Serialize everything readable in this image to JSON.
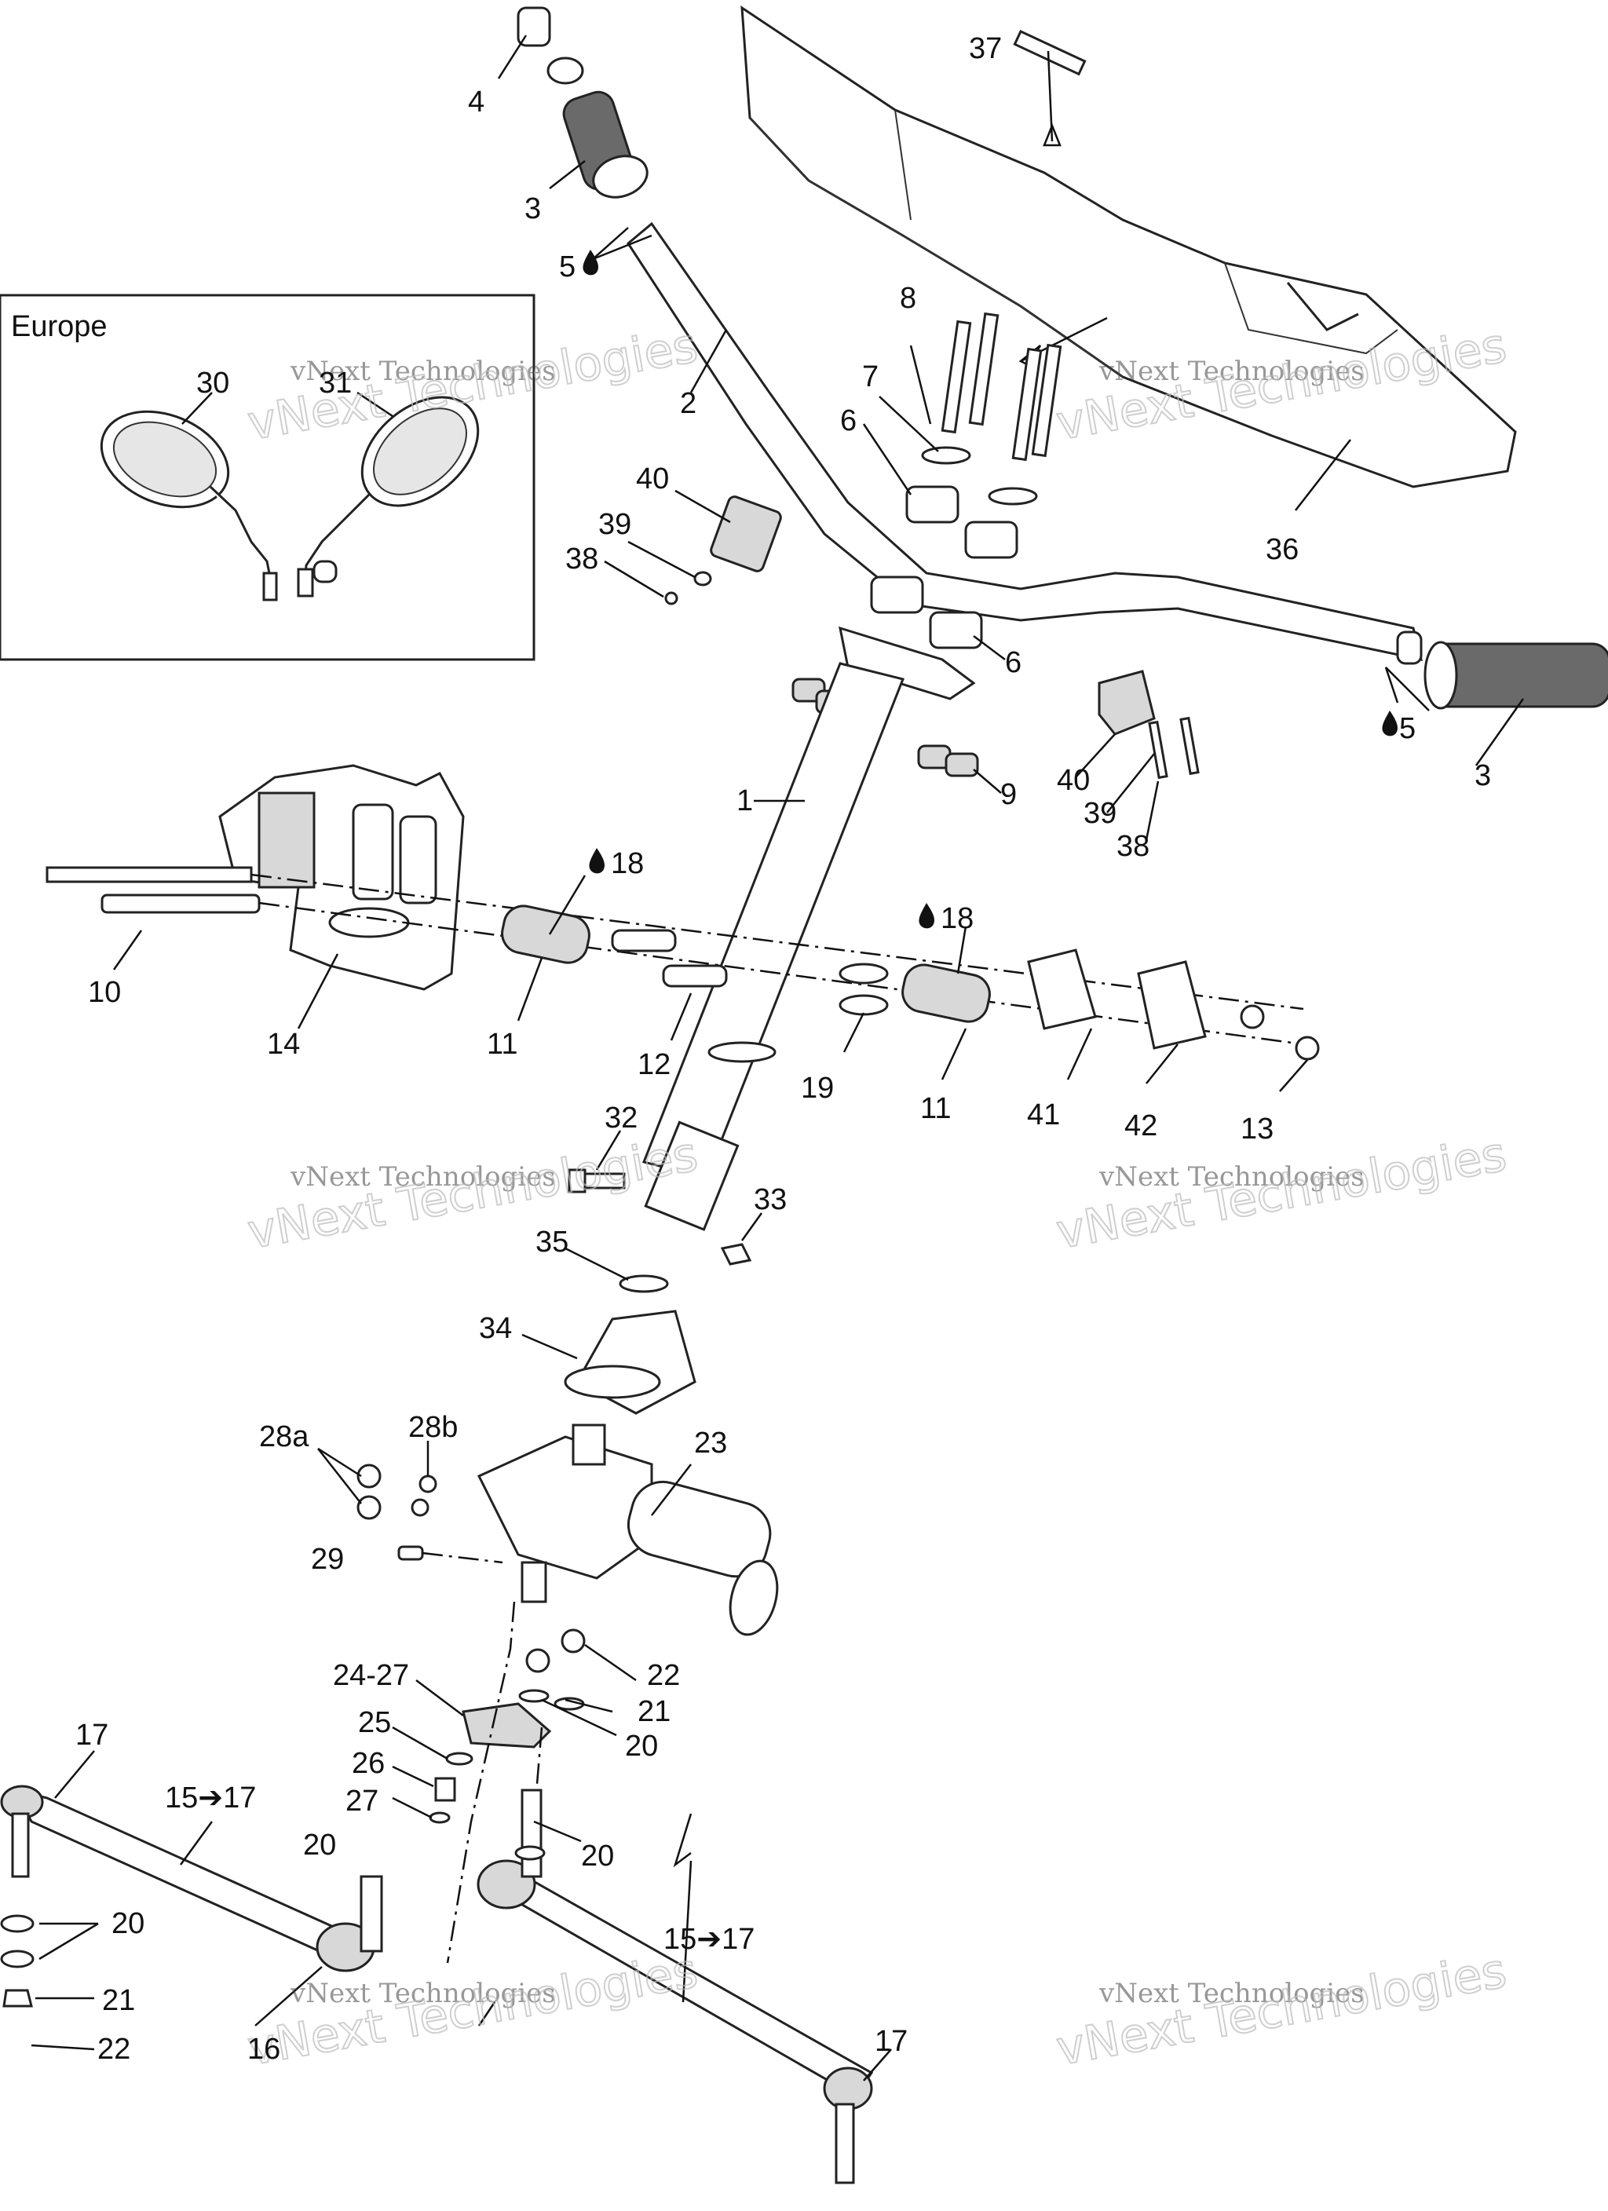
{
  "inset": {
    "title": "Europe"
  },
  "watermark": {
    "line1": "vNext Technologies",
    "line2": "vNext Technologies"
  },
  "callouts": [
    {
      "id": "c1",
      "text": "1"
    },
    {
      "id": "c2",
      "text": "2"
    },
    {
      "id": "c3a",
      "text": "3"
    },
    {
      "id": "c3b",
      "text": "3"
    },
    {
      "id": "c4",
      "text": "4"
    },
    {
      "id": "c5a",
      "text": "5"
    },
    {
      "id": "c5b",
      "text": "5"
    },
    {
      "id": "c6a",
      "text": "6"
    },
    {
      "id": "c6b",
      "text": "6"
    },
    {
      "id": "c7",
      "text": "7"
    },
    {
      "id": "c8",
      "text": "8"
    },
    {
      "id": "c9",
      "text": "9"
    },
    {
      "id": "c10",
      "text": "10"
    },
    {
      "id": "c11a",
      "text": "11"
    },
    {
      "id": "c11b",
      "text": "11"
    },
    {
      "id": "c12",
      "text": "12"
    },
    {
      "id": "c13",
      "text": "13"
    },
    {
      "id": "c14",
      "text": "14"
    },
    {
      "id": "c1517a",
      "text": "15➔17"
    },
    {
      "id": "c1517b",
      "text": "15➔17"
    },
    {
      "id": "c16",
      "text": "16"
    },
    {
      "id": "c17a",
      "text": "17"
    },
    {
      "id": "c17b",
      "text": "17"
    },
    {
      "id": "c18a",
      "text": "18"
    },
    {
      "id": "c18b",
      "text": "18"
    },
    {
      "id": "c19",
      "text": "19"
    },
    {
      "id": "c20a",
      "text": "20"
    },
    {
      "id": "c20b",
      "text": "20"
    },
    {
      "id": "c20c",
      "text": "20"
    },
    {
      "id": "c20d",
      "text": "20"
    },
    {
      "id": "c21a",
      "text": "21"
    },
    {
      "id": "c21b",
      "text": "21"
    },
    {
      "id": "c22a",
      "text": "22"
    },
    {
      "id": "c22b",
      "text": "22"
    },
    {
      "id": "c23",
      "text": "23"
    },
    {
      "id": "c2427",
      "text": "24-27"
    },
    {
      "id": "c25",
      "text": "25"
    },
    {
      "id": "c26",
      "text": "26"
    },
    {
      "id": "c27",
      "text": "27"
    },
    {
      "id": "c28a",
      "text": "28a"
    },
    {
      "id": "c28b",
      "text": "28b"
    },
    {
      "id": "c29",
      "text": "29"
    },
    {
      "id": "c30",
      "text": "30"
    },
    {
      "id": "c31",
      "text": "31"
    },
    {
      "id": "c32",
      "text": "32"
    },
    {
      "id": "c33",
      "text": "33"
    },
    {
      "id": "c34",
      "text": "34"
    },
    {
      "id": "c35",
      "text": "35"
    },
    {
      "id": "c36",
      "text": "36"
    },
    {
      "id": "c37",
      "text": "37"
    },
    {
      "id": "c38a",
      "text": "38"
    },
    {
      "id": "c38b",
      "text": "38"
    },
    {
      "id": "c39a",
      "text": "39"
    },
    {
      "id": "c39b",
      "text": "39"
    },
    {
      "id": "c40a",
      "text": "40"
    },
    {
      "id": "c40b",
      "text": "40"
    },
    {
      "id": "c41",
      "text": "41"
    },
    {
      "id": "c42",
      "text": "42"
    }
  ],
  "icons": {
    "lubricant": "oil-drop-icon"
  },
  "colors": {
    "line": "#222222",
    "background": "#ffffff"
  }
}
